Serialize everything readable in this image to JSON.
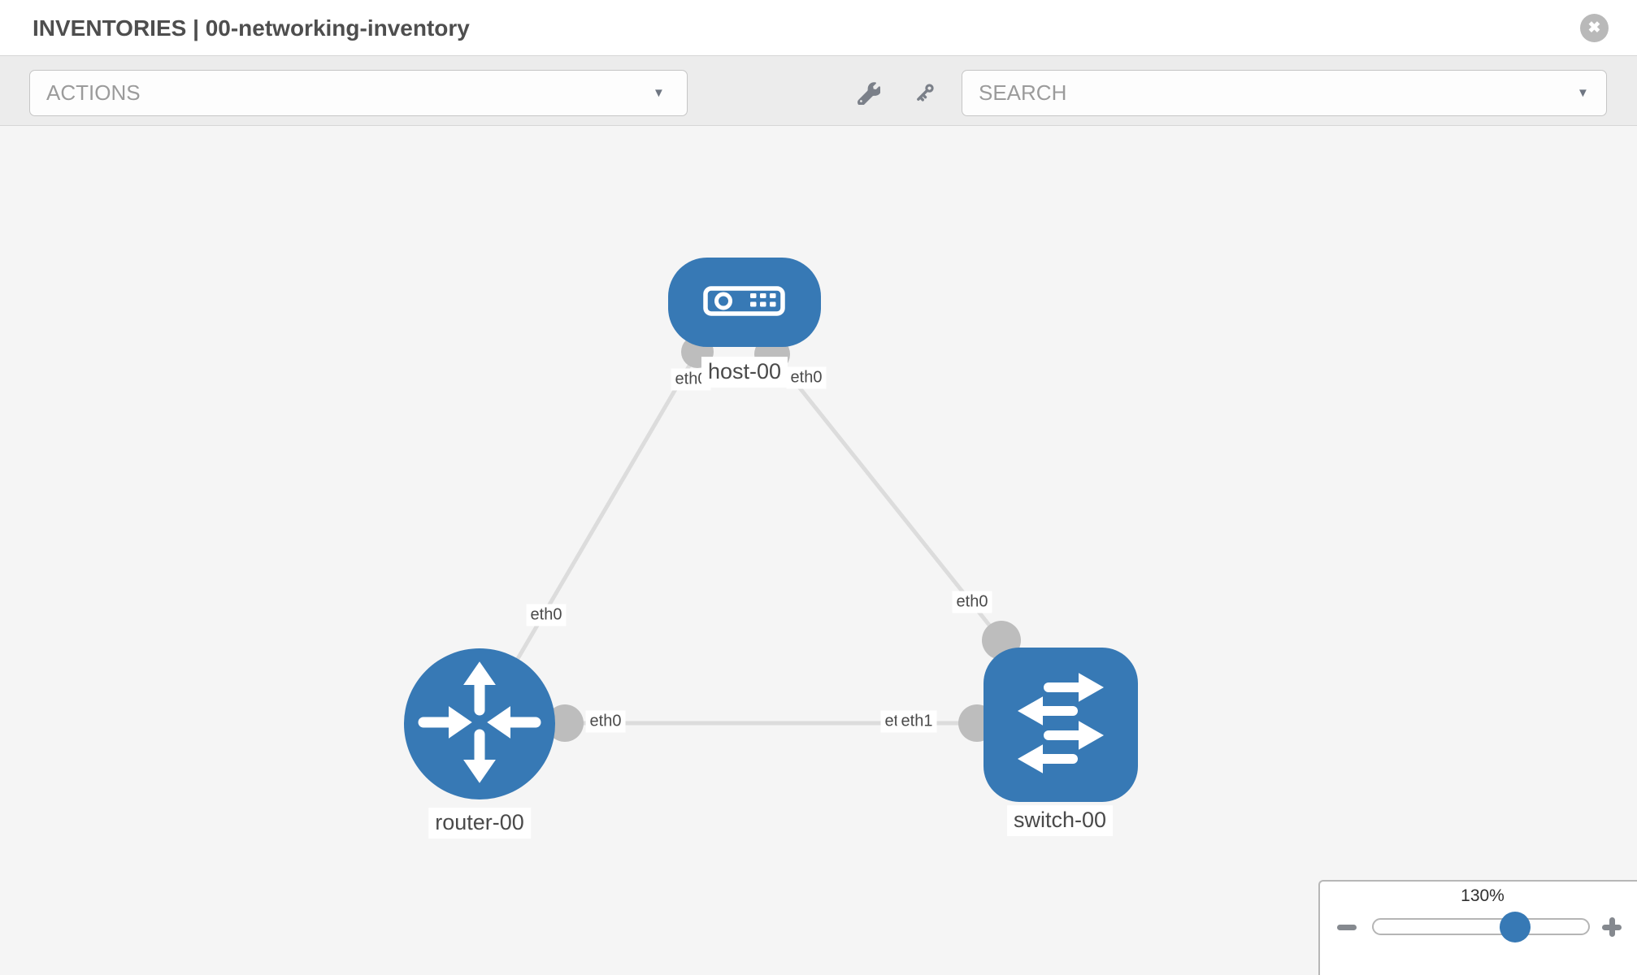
{
  "header": {
    "title": "INVENTORIES | 00-networking-inventory"
  },
  "toolbar": {
    "actions_placeholder": "ACTIONS",
    "search_placeholder": "SEARCH"
  },
  "icons": {
    "caret": "▼",
    "close": "✖",
    "wrench": "wrench-icon",
    "key": "key-icon",
    "minus": "minus-icon",
    "plus": "plus-icon"
  },
  "topology": {
    "nodes": [
      {
        "id": "host-00",
        "label": "host-00",
        "type": "host"
      },
      {
        "id": "router-00",
        "label": "router-00",
        "type": "router"
      },
      {
        "id": "switch-00",
        "label": "switch-00",
        "type": "switch"
      }
    ],
    "links": [
      {
        "a": "router-00",
        "a_iface": "eth0",
        "b": "host-00",
        "b_iface": "eth0"
      },
      {
        "a": "host-00",
        "a_iface": "eth0",
        "b": "switch-00",
        "b_iface": "eth0"
      },
      {
        "a": "router-00",
        "a_iface": "eth0",
        "b": "switch-00",
        "b_iface": "eth1"
      }
    ],
    "overlapped_label": "eth0"
  },
  "zoom_control": {
    "level": "130%"
  },
  "colors": {
    "node_blue": "#3779b5",
    "connector_gray": "#bdbdbd",
    "link_gray": "#dcdcdc",
    "toolbar_bg": "#ececec",
    "canvas_bg": "#f5f5f5"
  }
}
